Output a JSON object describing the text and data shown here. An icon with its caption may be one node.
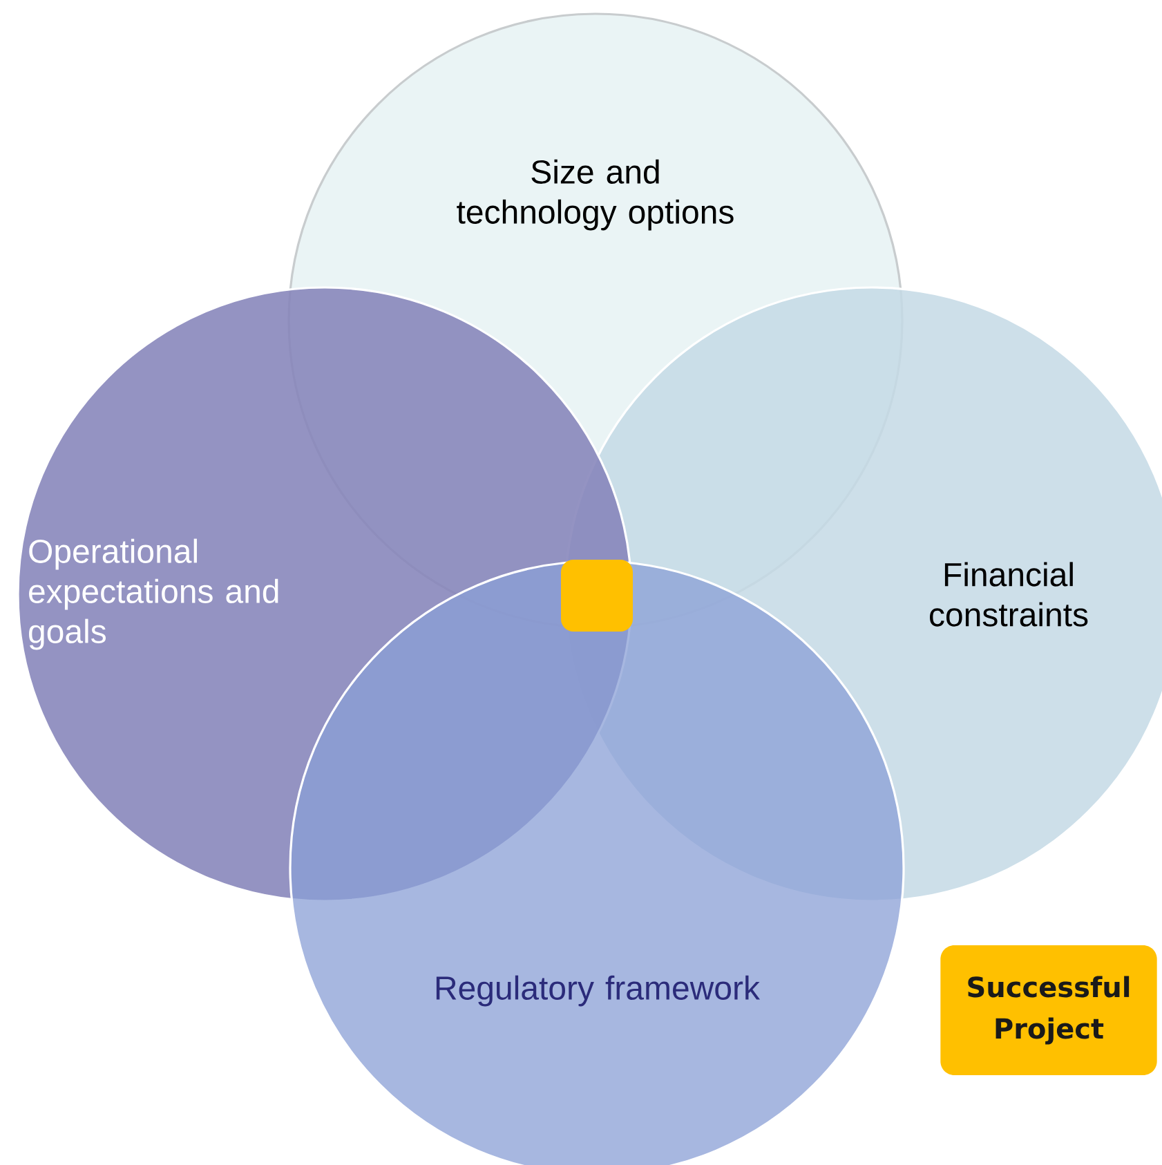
{
  "diagram": {
    "nodes": [
      {
        "text": [
          "Size and technology options"
        ]
      },
      {
        "text": [
          "Operational expectations and goals"
        ]
      },
      {
        "text": [
          "Financial constraints"
        ]
      },
      {
        "text": [
          "Regulatory framework"
        ]
      },
      {
        "text": [],
        "shape": "box"
      },
      {
        "text": [
          "Successful Project"
        ]
      }
    ]
  }
}
